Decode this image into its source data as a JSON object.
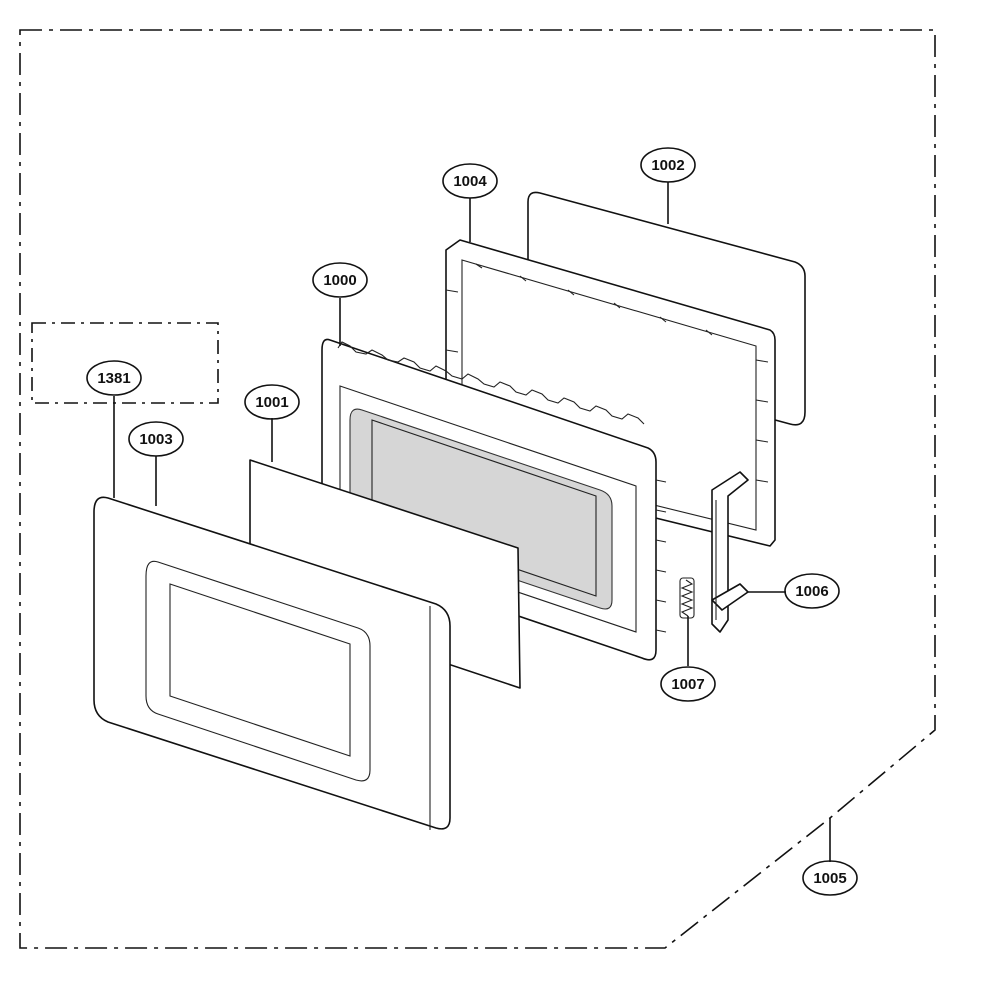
{
  "colors": {
    "line": "#111111",
    "glass_shade": "#d6d6d6",
    "background": "#ffffff"
  },
  "callouts": [
    {
      "id": "1000",
      "label": "1000"
    },
    {
      "id": "1001",
      "label": "1001"
    },
    {
      "id": "1002",
      "label": "1002"
    },
    {
      "id": "1003",
      "label": "1003"
    },
    {
      "id": "1004",
      "label": "1004"
    },
    {
      "id": "1005",
      "label": "1005"
    },
    {
      "id": "1006",
      "label": "1006"
    },
    {
      "id": "1007",
      "label": "1007"
    },
    {
      "id": "1381",
      "label": "1381"
    }
  ]
}
